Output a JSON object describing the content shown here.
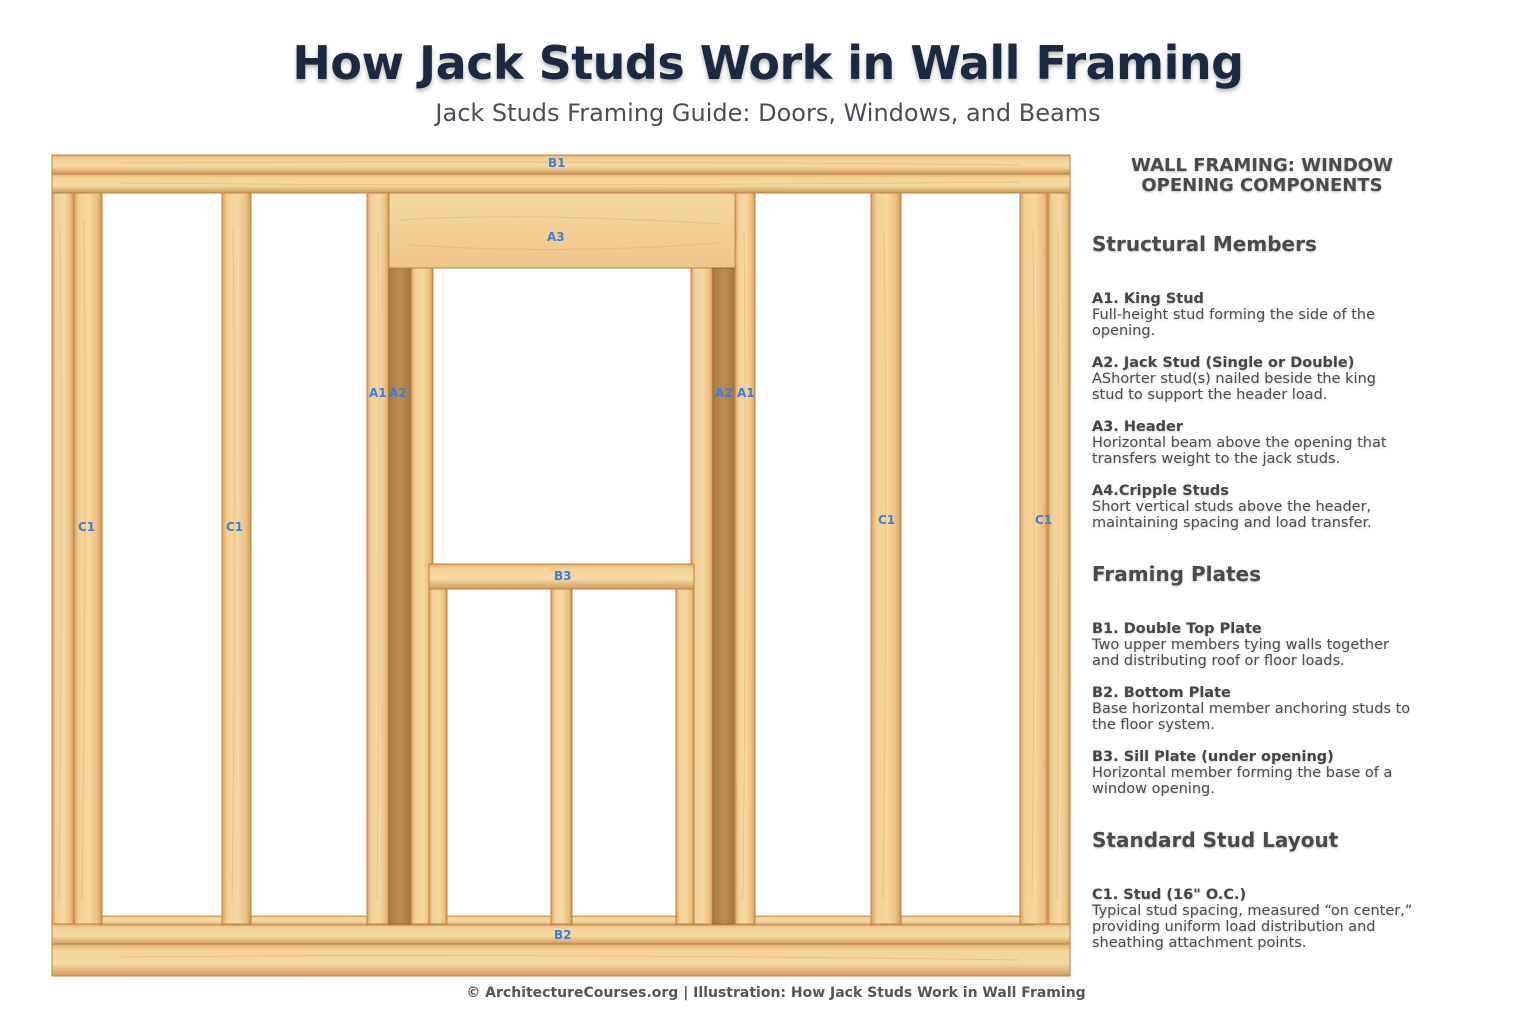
{
  "title": "How Jack Studs Work in Wall Framing",
  "subtitle": "Jack Studs Framing Guide: Doors, Windows, and Beams",
  "labels": {
    "b1": "B1",
    "a3": "A3",
    "a1": "A1",
    "a2": "A2",
    "b3": "B3",
    "b2": "B2",
    "c1": "C1"
  },
  "panel": {
    "title_line1": "WALL FRAMING: WINDOW",
    "title_line2": "OPENING COMPONENTS",
    "sections": [
      {
        "heading": "Structural Members",
        "items": [
          {
            "term": "A1. King Stud",
            "desc_1": "Full-height stud forming the side of the",
            "desc_2": "opening."
          },
          {
            "term": "A2. Jack Stud (Single or Double)",
            "desc_1": "AShorter stud(s) nailed beside the king",
            "desc_2": "stud to support the header load."
          },
          {
            "term": "A3. Header",
            "desc_1": "Horizontal beam above the opening that",
            "desc_2": "transfers weight to the jack studs."
          },
          {
            "term": "A4.Cripple Studs",
            "desc_1": "Short vertical studs above the header,",
            "desc_2": "maintaining spacing and load transfer."
          }
        ]
      },
      {
        "heading": "Framing Plates",
        "items": [
          {
            "term": "B1. Double Top Plate",
            "desc_1": "Two upper members tying walls together",
            "desc_2": "and distributing roof or floor loads."
          },
          {
            "term": "B2. Bottom Plate",
            "desc_1": "Base horizontal member anchoring studs to",
            "desc_2": "the floor system."
          },
          {
            "term": "B3. Sill Plate (under opening)",
            "desc_1": "Horizontal member forming the base of a",
            "desc_2": "window opening."
          }
        ]
      },
      {
        "heading": "Standard Stud Layout",
        "items": [
          {
            "term": "C1. Stud (16\" O.C.)",
            "desc_1": "Typical stud spacing, measured “on center,”",
            "desc_2": "providing uniform load distribution and",
            "desc_3": "sheathing attachment points."
          }
        ]
      }
    ]
  },
  "footer": "© ArchitectureCourses.org | Illustration: How Jack Studs Work in Wall Framing",
  "colors": {
    "wood_light": "#f3cf95",
    "wood_mid": "#e9b676",
    "wood_edge": "#c99252",
    "jack_dark": "#b58a4b",
    "label_blue": "#3d7fd6",
    "title_navy": "#1d2940"
  }
}
